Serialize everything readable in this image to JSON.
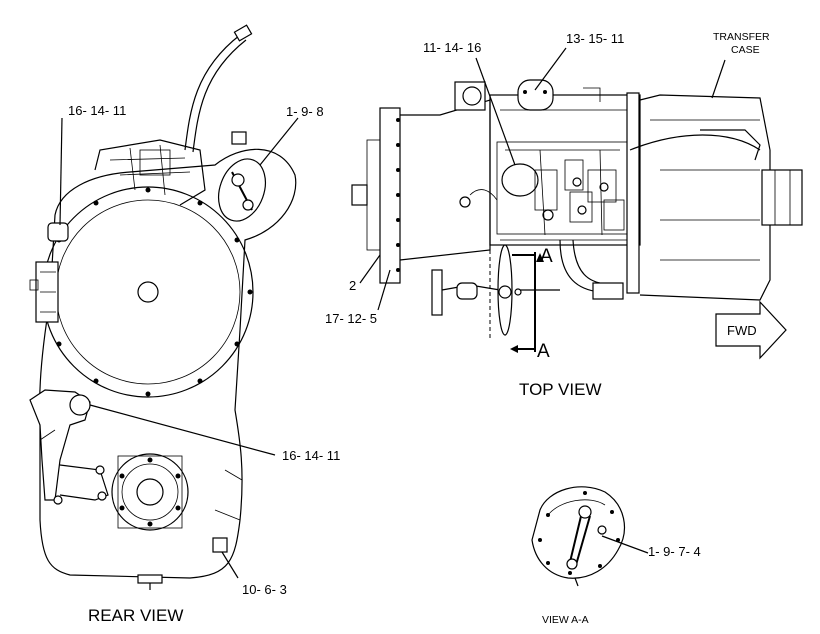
{
  "views": {
    "rear": "REAR VIEW",
    "top": "TOP VIEW",
    "section": "VIEW A-A"
  },
  "callouts": {
    "rear_16_14_11_top": "16- 14- 11",
    "rear_1_9_8": "1- 9- 8",
    "rear_16_14_11_mid": "16- 14- 11",
    "rear_10_6_3": "10- 6- 3",
    "top_11_14_16": "11- 14- 16",
    "top_13_15_11": "13- 15- 11",
    "top_transfer_line1": "TRANSFER",
    "top_transfer_line2": "CASE",
    "top_2": "2",
    "top_17_12_5": "17- 12- 5",
    "section_1_9_7_4": "1- 9- 7- 4"
  },
  "section_marks": {
    "upper": "A",
    "lower": "A"
  },
  "direction_arrow": "FWD"
}
